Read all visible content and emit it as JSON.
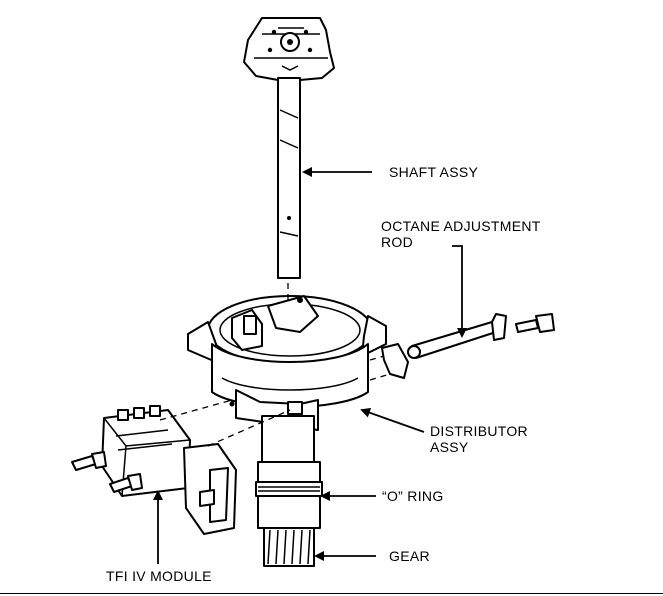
{
  "labels": {
    "shaft": "SHAFT ASSY",
    "octane_line1": "OCTANE ADJUSTMENT",
    "octane_line2": "ROD",
    "distributor_line1": "DISTRIBUTOR",
    "distributor_line2": "ASSY",
    "o_ring": "“O” RING",
    "gear": "GEAR",
    "tfi": "TFI IV MODULE"
  }
}
